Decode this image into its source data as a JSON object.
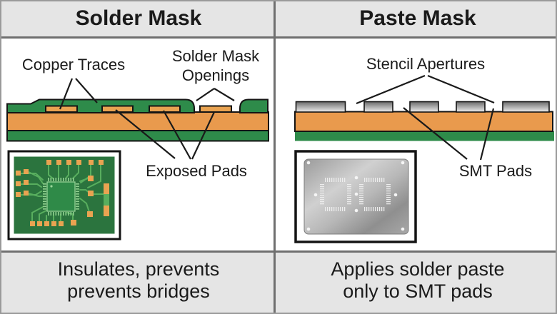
{
  "title": "Solder Mask vs Paste Mask PCB diagram",
  "colors": {
    "band_bg": "#e5e5e5",
    "divider_gray": "#6f6f6f",
    "pcb_green": "#2e8b4a",
    "copper_orange": "#e99a4d",
    "stencil_gray_dark": "#6a6a6a",
    "stencil_gray_light": "#ededed",
    "text": "#1a1a1a"
  },
  "columns": [
    {
      "header": "Solder Mask",
      "labels": {
        "copper_traces": "Copper Traces",
        "openings_line1": "Solder Mask",
        "openings_line2": "Openings",
        "exposed_pads": "Exposed Pads"
      },
      "caption_line1": "Insulates, prevents",
      "caption_line2": "prevents bridges"
    },
    {
      "header": "Paste Mask",
      "labels": {
        "stencil_apertures": "Stencil Apertures",
        "smt_pads": "SMT Pads"
      },
      "caption_line1": "Applies solder paste",
      "caption_line2": "only to SMT pads"
    }
  ]
}
